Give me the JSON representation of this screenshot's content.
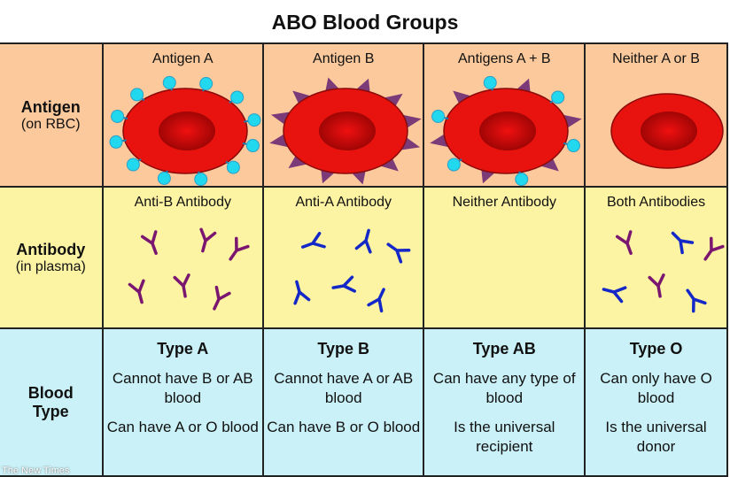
{
  "title": "ABO Blood Groups",
  "rows": {
    "antigen": {
      "label": "Antigen",
      "sub": "(on RBC)"
    },
    "antibody": {
      "label": "Antibody",
      "sub": "(in plasma)"
    },
    "blood_type": {
      "label": "Blood",
      "label2": "Type"
    }
  },
  "columns": [
    {
      "antigen": "Antigen A",
      "antigen_kind": "A",
      "antibody": "Anti-B Antibody",
      "antibody_kind": "anti-B",
      "type": "Type A",
      "line1": "Cannot have B or AB blood",
      "line2": "Can have A or O blood"
    },
    {
      "antigen": "Antigen B",
      "antigen_kind": "B",
      "antibody": "Anti-A Antibody",
      "antibody_kind": "anti-A",
      "type": "Type B",
      "line1": "Cannot have A or AB blood",
      "line2": "Can have B or O blood"
    },
    {
      "antigen": "Antigens A + B",
      "antigen_kind": "AB",
      "antibody": "Neither Antibody",
      "antibody_kind": "none",
      "type": "Type AB",
      "line1": "Can have any type of blood",
      "line2": "Is the universal recipient"
    },
    {
      "antigen": "Neither A or B",
      "antigen_kind": "none",
      "antibody": "Both Antibodies",
      "antibody_kind": "both",
      "type": "Type O",
      "line1": "Can only have O blood",
      "line2": "Is the universal donor"
    }
  ],
  "colors": {
    "rbc": "#e8120e",
    "antigen_a": "#22d8ee",
    "antigen_b": "#7b3a78",
    "anti_b": "#7a1670",
    "anti_a": "#1428c8"
  },
  "watermark": "The New Times"
}
